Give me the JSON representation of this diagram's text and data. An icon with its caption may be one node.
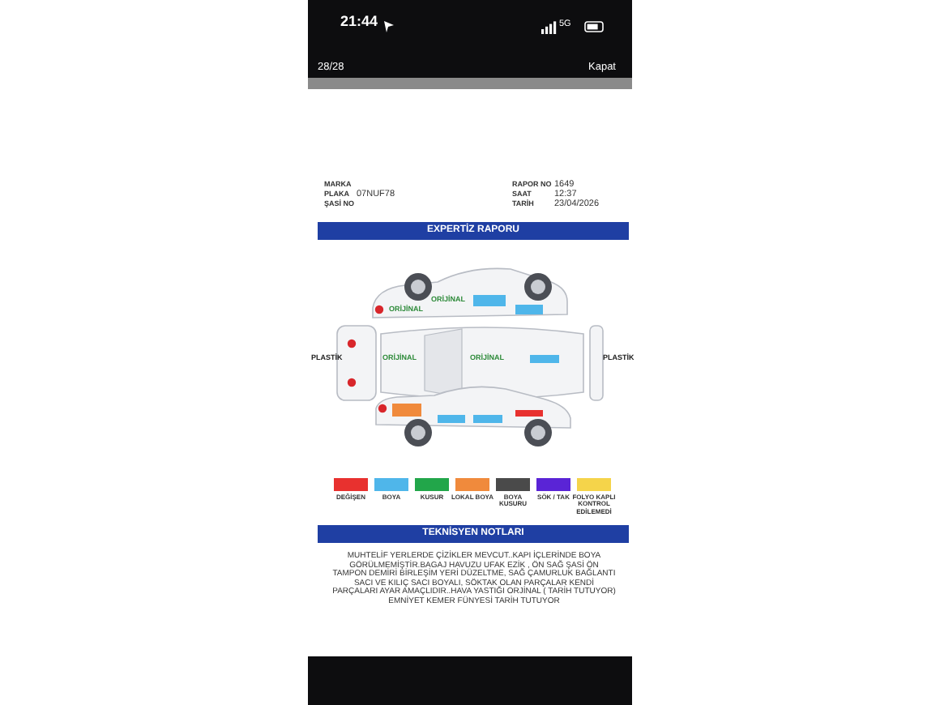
{
  "diagram": {
    "labels": [
      "21:44",
      "5G",
      "28/28",
      "Kapat",
      "MARKA",
      "PLAKA",
      "07NUF78",
      "ŞASİ NO",
      "RAPOR NO",
      "1649",
      "SAAT",
      "12:37",
      "TARİH",
      "23/04/2026",
      "EXPERTİZ RAPORU",
      "ORİJİNAL",
      "ORİJİNAL",
      "PLASTİK",
      "ORİJİNAL",
      "ORİJİNAL",
      "PLASTİK",
      "TEKNİSYEN NOTLARI",
      "MUHTELİF YERLERDE ÇİZİKLER MEVCUT..KAPI İÇLERİNDE BOYA GÖRÜLMEMİŞTİR.BAGAJ HAVUZU UFAK EZİK , ÖN SAĞ ŞASİ ÖN TAMPON DEMİRİ BİRLEŞİM YERİ DÜZELTME, SAĞ ÇAMURLUK BAĞLANTI SACI VE KILIÇ SACI BOYALI, SÖKTAK OLAN PARÇALAR KENDİ PARÇALARI AYAR AMAÇLIDIR..HAVA YASTIĞI ORJİNAL ( TARİH TUTUYOR) EMNİYET KEMER FÜNYESİ TARİH TUTUYOR"
    ],
    "legend": [
      {
        "text": "DEĞİŞEN",
        "color": "#e8312f"
      },
      {
        "text": "BOYA",
        "color": "#4fb6ea"
      },
      {
        "text": "KUSUR",
        "color": "#22a64a"
      },
      {
        "text": "LOKAL BOYA",
        "color": "#f08a3c"
      },
      {
        "text": "BOYA KUSURU",
        "color": "#4a4a4a"
      },
      {
        "text": "SÖK / TAK",
        "color": "#5a24d6"
      },
      {
        "text": "FOLYO KAPLI KONTROL EDİLEMEDİ",
        "color": "#f5d44a"
      }
    ]
  }
}
